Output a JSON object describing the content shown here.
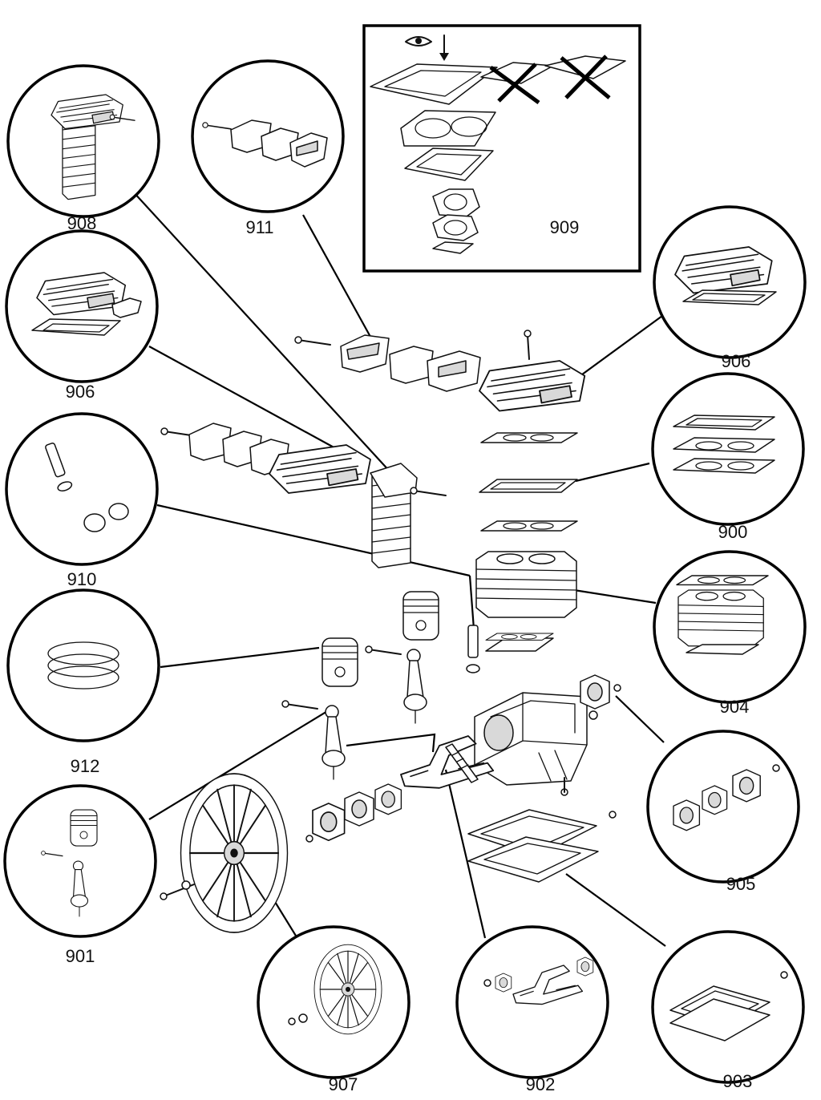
{
  "labels": {
    "l900": "900",
    "l901": "901",
    "l902": "902",
    "l903": "903",
    "l904": "904",
    "l905": "905",
    "l906_left": "906",
    "l906_right": "906",
    "l907": "907",
    "l908": "908",
    "l909": "909",
    "l910": "910",
    "l911": "911",
    "l912": "912"
  }
}
